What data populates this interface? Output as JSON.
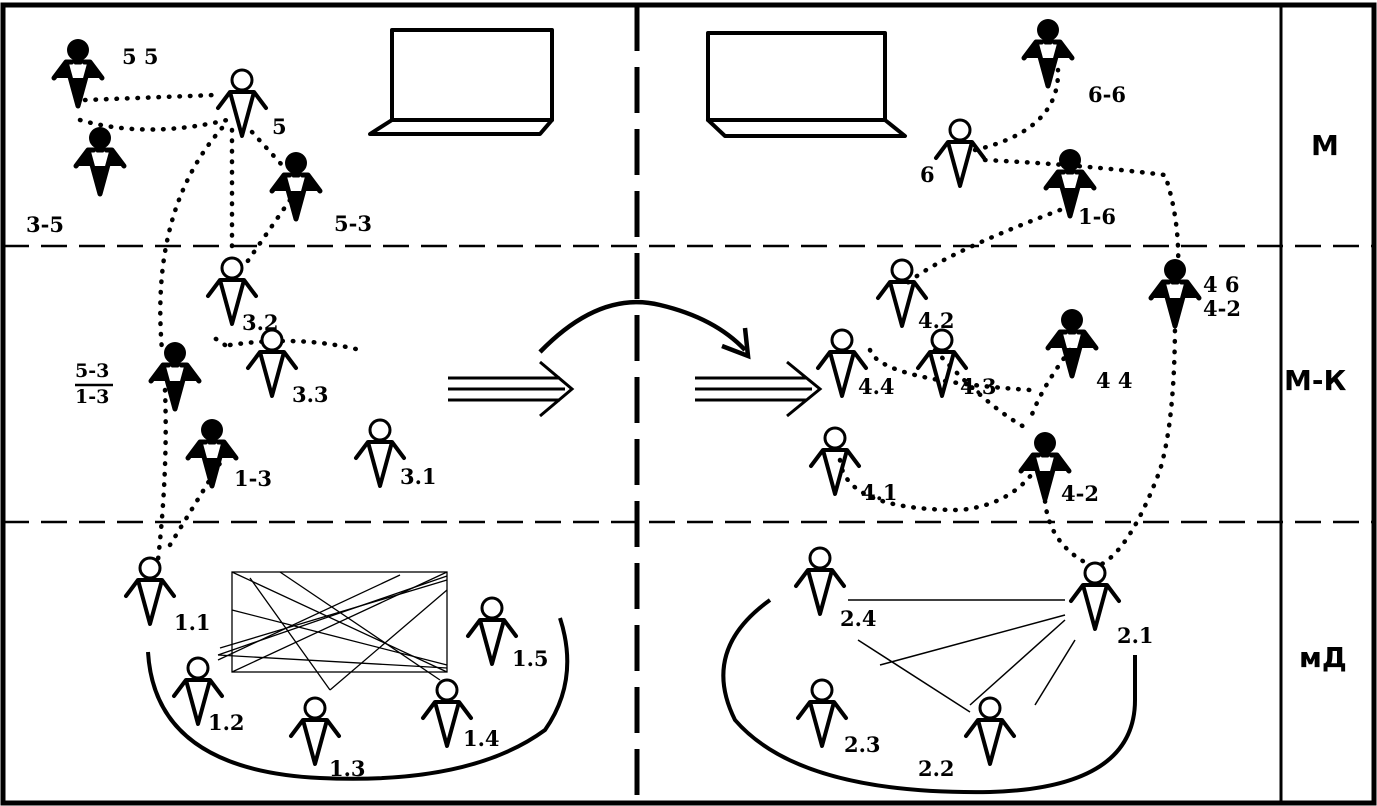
{
  "zones": [
    "М",
    "М-К",
    "мД"
  ],
  "people": {
    "p55": {
      "label": "5 5",
      "type": "filled"
    },
    "p5": {
      "label": "5",
      "type": "hollow"
    },
    "p35": {
      "label": "3-5",
      "type": "filled"
    },
    "p53": {
      "label": "5-3",
      "type": "filled"
    },
    "p32": {
      "label": "3.2",
      "type": "hollow"
    },
    "p33": {
      "label": "3.3",
      "type": "hollow"
    },
    "p31": {
      "label": "3.1",
      "type": "hollow"
    },
    "p5313": {
      "label_top": "5-3",
      "label_bottom": "1-3",
      "type": "filled"
    },
    "p13": {
      "label": "1-3",
      "type": "filled"
    },
    "p11": {
      "label": "1.1",
      "type": "hollow"
    },
    "p12": {
      "label": "1.2",
      "type": "hollow"
    },
    "p13b": {
      "label": "1.3",
      "type": "hollow"
    },
    "p14": {
      "label": "1.4",
      "type": "hollow"
    },
    "p15": {
      "label": "1.5",
      "type": "hollow"
    },
    "p66": {
      "label": "6-6",
      "type": "filled"
    },
    "p6": {
      "label": "6",
      "type": "hollow"
    },
    "p16": {
      "label": "1-6",
      "type": "filled"
    },
    "p4642": {
      "label_top": "4 6",
      "label_bottom": "4-2",
      "type": "filled"
    },
    "p42h": {
      "label": "4.2",
      "type": "hollow"
    },
    "p44h": {
      "label": "4.4",
      "type": "hollow"
    },
    "p43": {
      "label": "4.3",
      "type": "hollow"
    },
    "p44f": {
      "label": "4 4",
      "type": "filled"
    },
    "p41": {
      "label": "4.1",
      "type": "hollow"
    },
    "p42f": {
      "label": "4-2",
      "type": "filled"
    },
    "p24": {
      "label": "2.4",
      "type": "hollow"
    },
    "p21": {
      "label": "2.1",
      "type": "hollow"
    },
    "p23": {
      "label": "2.3",
      "type": "hollow"
    },
    "p22": {
      "label": "2.2",
      "type": "hollow"
    }
  }
}
